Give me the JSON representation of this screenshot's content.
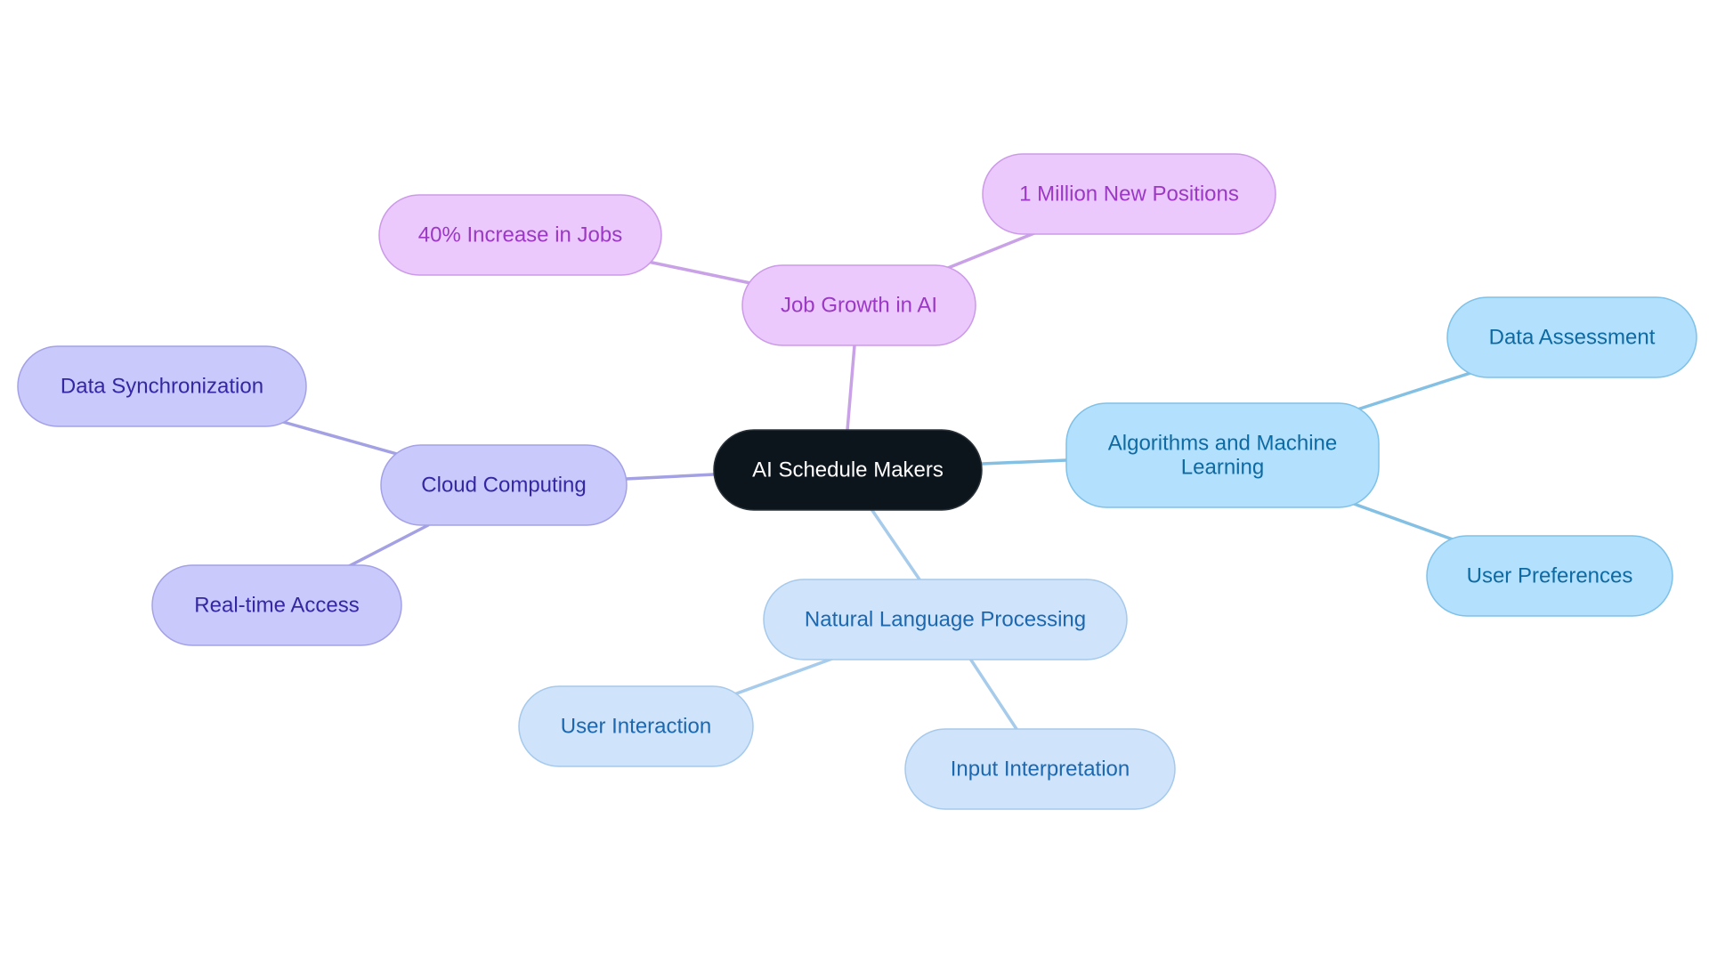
{
  "diagram": {
    "type": "mindmap",
    "root": {
      "id": "root",
      "lines": [
        "AI Schedule Makers"
      ],
      "fill": "#0d151c",
      "stroke": "#2b333a",
      "text_color": "#ffffff"
    },
    "branches": [
      {
        "id": "job-growth",
        "lines": [
          "Job Growth in AI"
        ],
        "fill": "#ebc9fc",
        "stroke": "#cc9ae8",
        "text_color": "#9b38c4",
        "edge_color": "#c9a1e6",
        "children": [
          {
            "id": "increase-jobs",
            "lines": [
              "40% Increase in Jobs"
            ]
          },
          {
            "id": "new-positions",
            "lines": [
              "1 Million New Positions"
            ]
          }
        ]
      },
      {
        "id": "cloud-computing",
        "lines": [
          "Cloud Computing"
        ],
        "fill": "#c9c9fb",
        "stroke": "#a4a2e6",
        "text_color": "#3527a3",
        "edge_color": "#a3a1e3",
        "children": [
          {
            "id": "data-sync",
            "lines": [
              "Data Synchronization"
            ]
          },
          {
            "id": "realtime-access",
            "lines": [
              "Real-time Access"
            ]
          }
        ]
      },
      {
        "id": "algorithms-ml",
        "lines": [
          "Algorithms and Machine",
          "Learning"
        ],
        "fill": "#b3e0fc",
        "stroke": "#7fc1e8",
        "text_color": "#0e6aa3",
        "edge_color": "#84c0e3",
        "children": [
          {
            "id": "data-assessment",
            "lines": [
              "Data Assessment"
            ]
          },
          {
            "id": "user-preferences",
            "lines": [
              "User Preferences"
            ]
          }
        ]
      },
      {
        "id": "nlp",
        "lines": [
          "Natural Language Processing"
        ],
        "fill": "#cfe4fb",
        "stroke": "#a6c9ec",
        "text_color": "#1c67ad",
        "edge_color": "#a6cbeb",
        "children": [
          {
            "id": "user-interaction",
            "lines": [
              "User Interaction"
            ]
          },
          {
            "id": "input-interpretation",
            "lines": [
              "Input Interpretation"
            ]
          }
        ]
      }
    ]
  }
}
